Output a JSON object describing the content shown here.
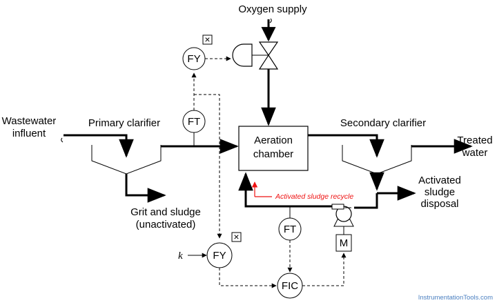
{
  "labels": {
    "oxygen_supply": "Oxygen supply",
    "wastewater_line1": "Wastewater",
    "wastewater_line2": "influent",
    "primary_clarifier": "Primary clarifier",
    "secondary_clarifier": "Secondary clarifier",
    "treated_line1": "Treated",
    "treated_line2": "water",
    "aeration_line1": "Aeration",
    "aeration_line2": "chamber",
    "grit_line1": "Grit and sludge",
    "grit_line2": "(unactivated)",
    "activated_line1": "Activated",
    "activated_line2": "sludge",
    "activated_line3": "disposal",
    "recycle": "Activated sludge recycle",
    "k": "k",
    "watermark": "InstrumentationTools.com"
  },
  "instruments": {
    "fy_top": "FY",
    "ft_top": "FT",
    "ft_bottom": "FT",
    "fy_bottom": "FY",
    "fic": "FIC",
    "motor": "M",
    "multiply_top": "×",
    "multiply_bottom": "×"
  },
  "colors": {
    "line": "#000000",
    "annotation": "#ee1111",
    "watermark": "#4a7fc0"
  }
}
